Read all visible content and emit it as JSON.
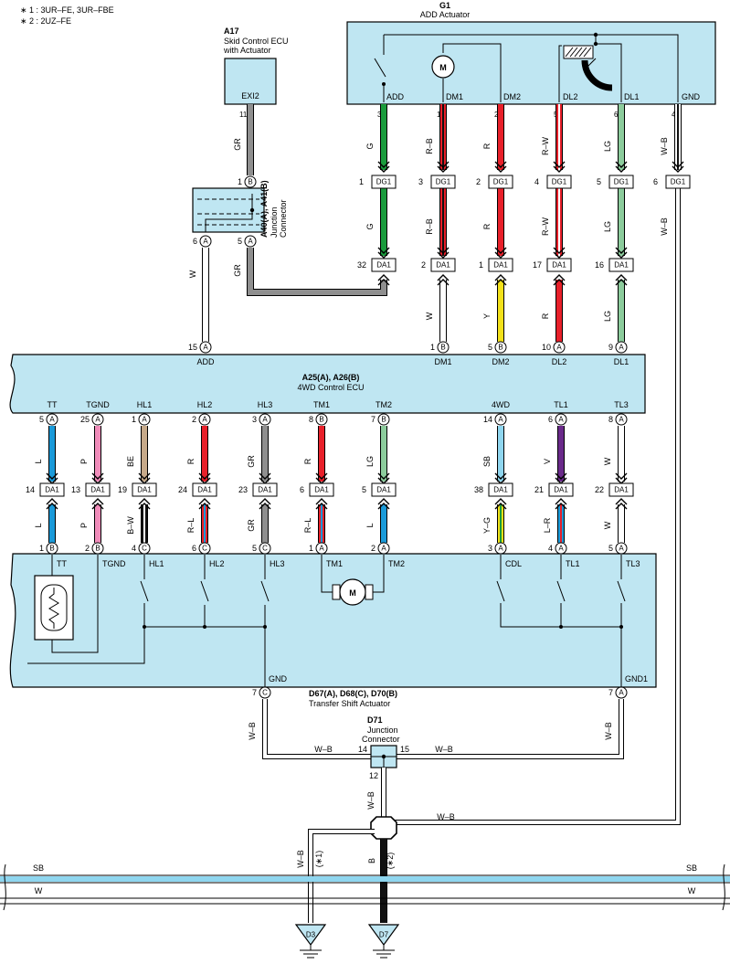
{
  "notes": [
    "∗ 1 : 3UR–FE,  3UR–FBE",
    "∗ 2 : 2UZ–FE"
  ],
  "colors": {
    "G": "#1a9b3c",
    "R": "#e8202a",
    "LG": "#8ccc9c",
    "GR": "#8f8f8f",
    "Y": "#f3e11a",
    "L": "#1a9ad9",
    "P": "#f08cba",
    "BE": "#c7aa8a",
    "SB": "#8fd6ef",
    "V": "#6a2a8a",
    "B": "#111111",
    "W": "#ffffff",
    "box": "#bfe6f2"
  },
  "components": {
    "g1": {
      "id": "G1",
      "name": "ADD Actuator",
      "pins": [
        {
          "label": "ADD",
          "num": "3"
        },
        {
          "label": "DM1",
          "num": "1"
        },
        {
          "label": "DM2",
          "num": "2"
        },
        {
          "label": "DL2",
          "num": "5"
        },
        {
          "label": "DL1",
          "num": "6"
        },
        {
          "label": "GND",
          "num": "4"
        }
      ],
      "motor": "M"
    },
    "a17": {
      "id": "A17",
      "name_line1": "Skid Control ECU",
      "name_line2": "with Actuator",
      "pin_label": "EXI2",
      "pin_num": "11"
    },
    "jc_a40": {
      "id": "A40(A), A41(B)",
      "name_line1": "Junction",
      "name_line2": "Connector"
    },
    "ecu": {
      "id": "A25(A), A26(B)",
      "name": "4WD Control ECU",
      "top_pins": [
        {
          "label": "ADD",
          "num": "15",
          "conn": "A"
        },
        {
          "label": "DM1",
          "num": "1",
          "conn": "B"
        },
        {
          "label": "DM2",
          "num": "5",
          "conn": "B"
        },
        {
          "label": "DL2",
          "num": "10",
          "conn": "A"
        },
        {
          "label": "DL1",
          "num": "9",
          "conn": "A"
        }
      ],
      "bottom_pins": [
        {
          "label": "TT",
          "num": "5",
          "conn": "A"
        },
        {
          "label": "TGND",
          "num": "25",
          "conn": "A"
        },
        {
          "label": "HL1",
          "num": "1",
          "conn": "A"
        },
        {
          "label": "HL2",
          "num": "2",
          "conn": "A"
        },
        {
          "label": "HL3",
          "num": "3",
          "conn": "A"
        },
        {
          "label": "TM1",
          "num": "8",
          "conn": "B"
        },
        {
          "label": "TM2",
          "num": "7",
          "conn": "B"
        },
        {
          "label": "4WD",
          "num": "14",
          "conn": "A"
        },
        {
          "label": "TL1",
          "num": "6",
          "conn": "A"
        },
        {
          "label": "TL3",
          "num": "8",
          "conn": "A"
        }
      ]
    },
    "tsa": {
      "id": "D67(A), D68(C), D70(B)",
      "name": "Transfer Shift Actuator",
      "top_pins": [
        {
          "label": "TT",
          "num": "1",
          "conn": "B"
        },
        {
          "label": "TGND",
          "num": "2",
          "conn": "B"
        },
        {
          "label": "HL1",
          "num": "4",
          "conn": "C"
        },
        {
          "label": "HL2",
          "num": "6",
          "conn": "C"
        },
        {
          "label": "HL3",
          "num": "5",
          "conn": "C"
        },
        {
          "label": "TM1",
          "num": "1",
          "conn": "A"
        },
        {
          "label": "TM2",
          "num": "2",
          "conn": "A"
        },
        {
          "label": "CDL",
          "num": "3",
          "conn": "A"
        },
        {
          "label": "TL1",
          "num": "4",
          "conn": "A"
        },
        {
          "label": "TL3",
          "num": "5",
          "conn": "A"
        }
      ],
      "gnd_pins": [
        {
          "label": "GND",
          "num": "7",
          "conn": "C"
        },
        {
          "label": "GND1",
          "num": "7",
          "conn": "A"
        }
      ],
      "motor": "M"
    },
    "d71": {
      "id": "D71",
      "name_line1": "Junction",
      "name_line2": "Connector",
      "pins": [
        "14",
        "15",
        "12"
      ]
    },
    "grounds": [
      {
        "id": "D3",
        "note": "(∗1)",
        "wire": "W–B"
      },
      {
        "id": "D7",
        "note": "(∗2)",
        "wire": "B"
      }
    ]
  },
  "wires": {
    "upper": [
      {
        "from_pin": "3",
        "top": "G",
        "bottom": "G",
        "conn": "DG1",
        "conn_pin": "1",
        "da_pin": "32"
      },
      {
        "from_pin": "1",
        "top": "R–B",
        "bottom": "R–B",
        "conn": "DG1",
        "conn_pin": "3",
        "da_pin": "2",
        "ecu": "W"
      },
      {
        "from_pin": "2",
        "top": "R",
        "bottom": "R",
        "conn": "DG1",
        "conn_pin": "2",
        "da_pin": "1",
        "ecu": "Y"
      },
      {
        "from_pin": "5",
        "top": "R–W",
        "bottom": "R–W",
        "conn": "DG1",
        "conn_pin": "4",
        "da_pin": "17",
        "ecu": "R"
      },
      {
        "from_pin": "6",
        "top": "LG",
        "bottom": "LG",
        "conn": "DG1",
        "conn_pin": "5",
        "da_pin": "16",
        "ecu": "LG"
      },
      {
        "from_pin": "4",
        "top": "W–B",
        "bottom": "W–B",
        "conn": "DG1",
        "conn_pin": "6"
      }
    ],
    "a17_wire": "GR",
    "a40_out": "GR",
    "a40_w": "W",
    "da_conn": "DA1",
    "lower": [
      {
        "top": "L",
        "da_pin": "14",
        "bottom": "L"
      },
      {
        "top": "P",
        "da_pin": "13",
        "bottom": "P"
      },
      {
        "top": "BE",
        "da_pin": "19",
        "bottom": "B–W"
      },
      {
        "top": "R",
        "da_pin": "24",
        "bottom": "R–L"
      },
      {
        "top": "GR",
        "da_pin": "23",
        "bottom": "GR"
      },
      {
        "top": "R",
        "da_pin": "6",
        "bottom": "R–L"
      },
      {
        "top": "LG",
        "da_pin": "5",
        "bottom": "L"
      },
      {
        "top": "SB",
        "da_pin": "38",
        "bottom": "Y–G"
      },
      {
        "top": "V",
        "da_pin": "21",
        "bottom": "L–R"
      },
      {
        "top": "W",
        "da_pin": "22",
        "bottom": "W"
      }
    ],
    "ground_labels": [
      "W–B",
      "W–B",
      "W–B",
      "W–B",
      "W–B",
      "W–B"
    ],
    "buses": [
      {
        "name": "SB"
      },
      {
        "name": "W"
      }
    ],
    "a40_pins": {
      "b": "1",
      "left": "6",
      "right": "5",
      "conn_b": "B",
      "conn_a": "A"
    }
  }
}
